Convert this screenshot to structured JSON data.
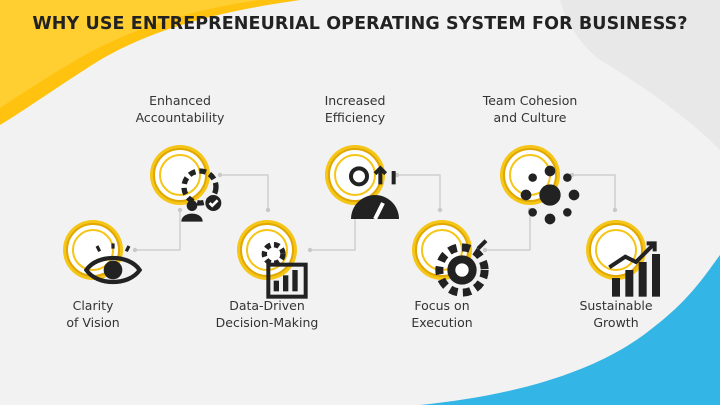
{
  "title": "WHY USE ENTREPRENEURIAL OPERATING SYSTEM FOR BUSINESS?",
  "colors": {
    "ring": "#f5c518",
    "ring_dark": "#e0a800",
    "icon": "#222222",
    "connector": "#c8c8c8",
    "accent_yellow": "#ffc20e",
    "accent_blue": "#33b5e5"
  },
  "steps": [
    {
      "label_lines": [
        "Clarity",
        "of Vision"
      ],
      "icon": "eye-icon"
    },
    {
      "label_lines": [
        "Enhanced",
        "Accountability"
      ],
      "icon": "team-gear-icon"
    },
    {
      "label_lines": [
        "Data-Driven",
        "Decision-Making"
      ],
      "icon": "data-report-icon"
    },
    {
      "label_lines": [
        "Increased",
        "Efficiency"
      ],
      "icon": "speedometer-icon"
    },
    {
      "label_lines": [
        "Focus on",
        "Execution"
      ],
      "icon": "gear-target-icon"
    },
    {
      "label_lines": [
        "Team Cohesion",
        "and Culture"
      ],
      "icon": "team-network-icon"
    },
    {
      "label_lines": [
        "Sustainable",
        "Growth"
      ],
      "icon": "growth-chart-icon"
    }
  ]
}
